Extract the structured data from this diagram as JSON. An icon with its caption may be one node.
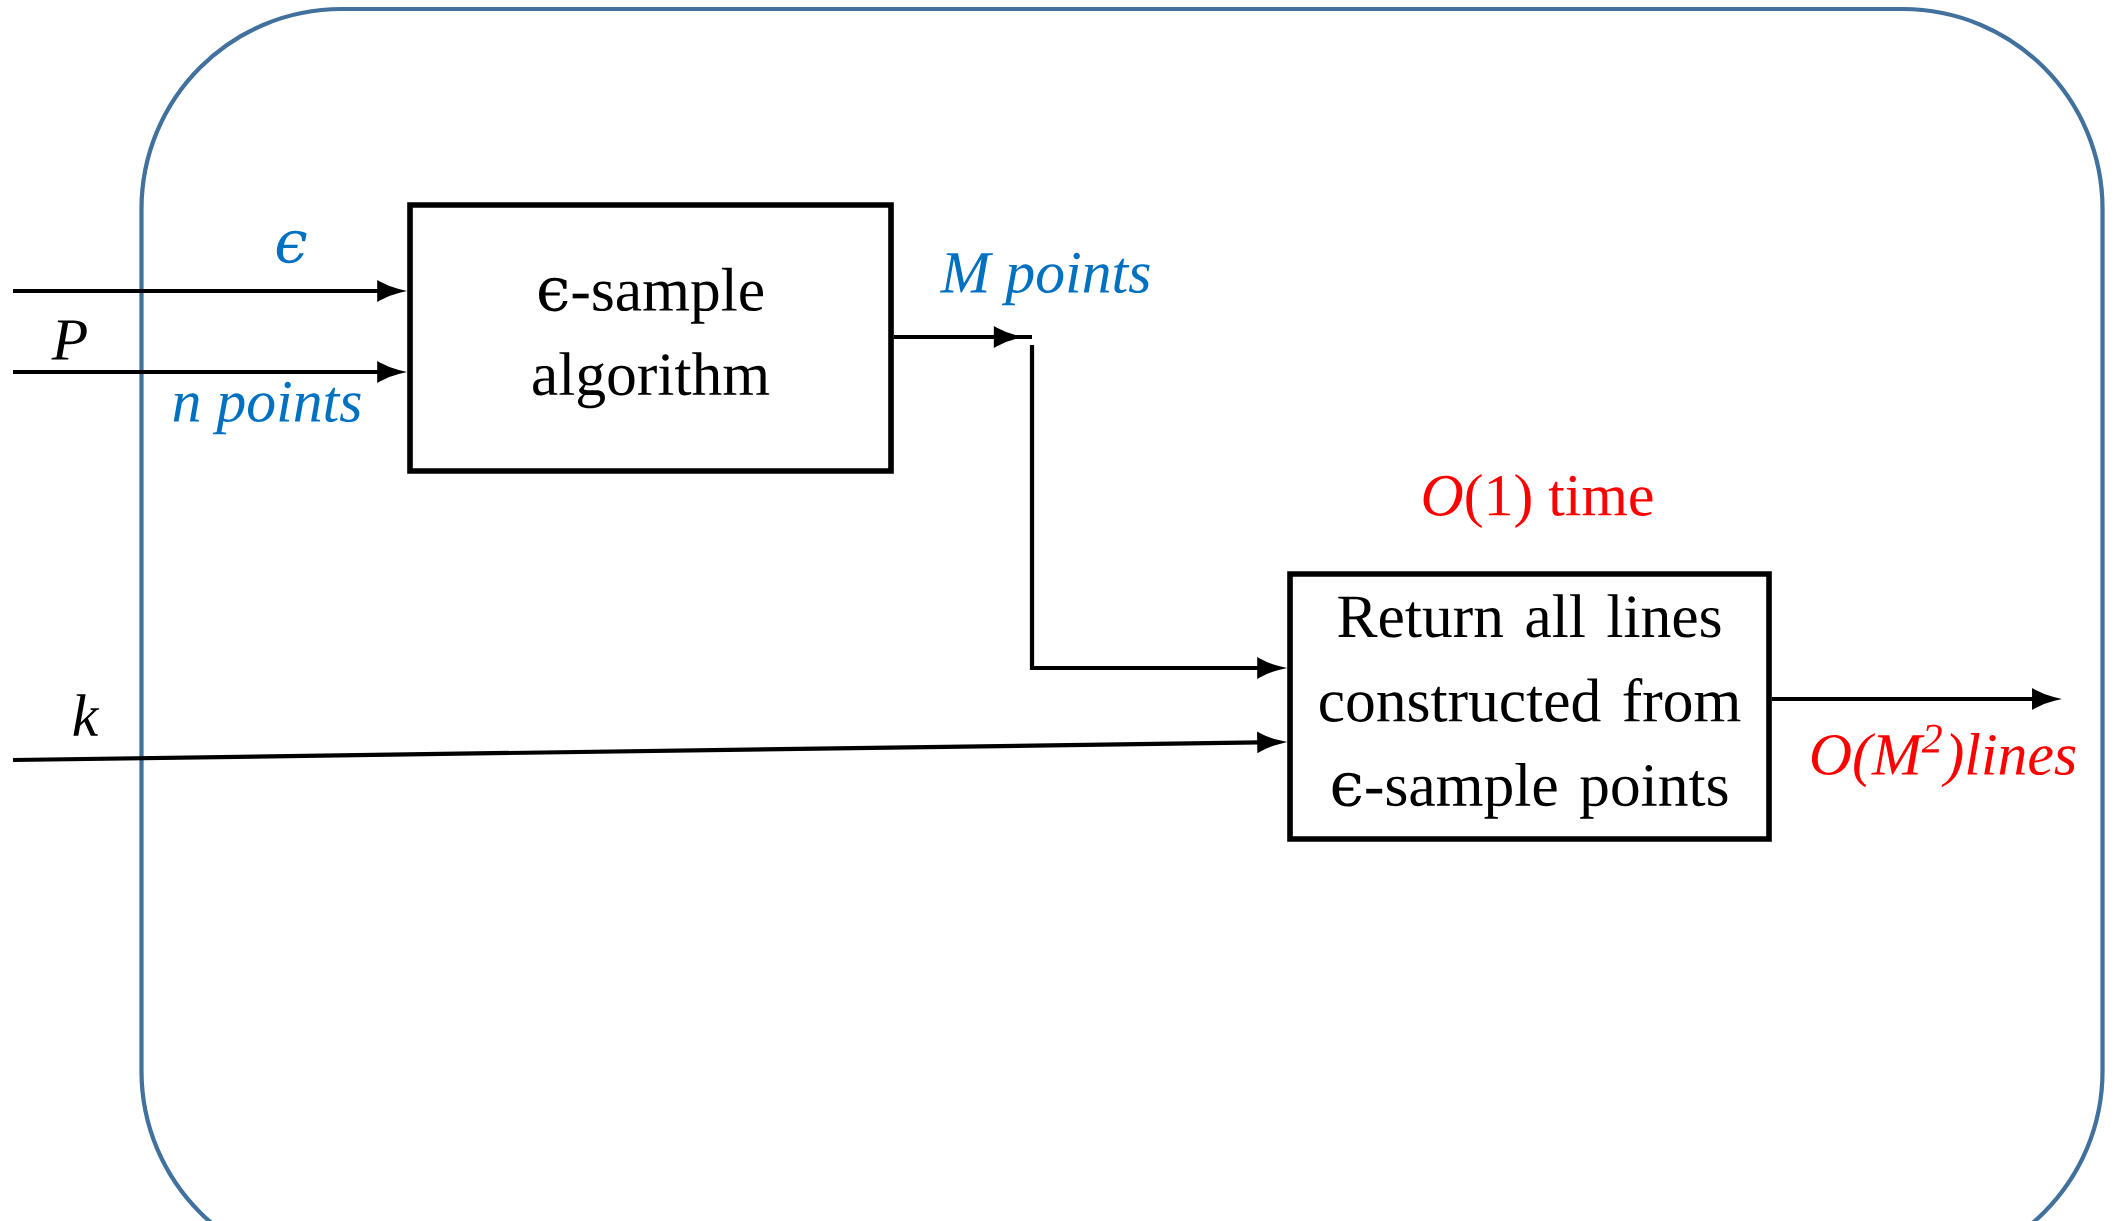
{
  "diagram": {
    "nodes": [
      {
        "text": [],
        "shape": "box"
      },
      {
        "text": [
          "ϵ-sample algorithm"
        ],
        "in": 0
      },
      {
        "text": [
          "Return all lines constructed from ϵ-sample points"
        ],
        "beside": [
          "*O*(1) time"
        ],
        "in": 0
      }
    ],
    "edges": [
      {
        "from": null,
        "to": 1,
        "arrow": "to",
        "label": "ϵ"
      },
      {
        "from": null,
        "to": 1,
        "arrow": "to",
        "label": "P"
      },
      {
        "from": 1,
        "to": 2,
        "arrow": "to",
        "label": "M points"
      },
      {
        "from": null,
        "to": 2,
        "arrow": "to",
        "label": "k"
      },
      {
        "from": 2,
        "to": null,
        "arrow": "to",
        "label": "O(M$^{2}$)lines"
      }
    ],
    "labels": [
      "n points"
    ]
  }
}
